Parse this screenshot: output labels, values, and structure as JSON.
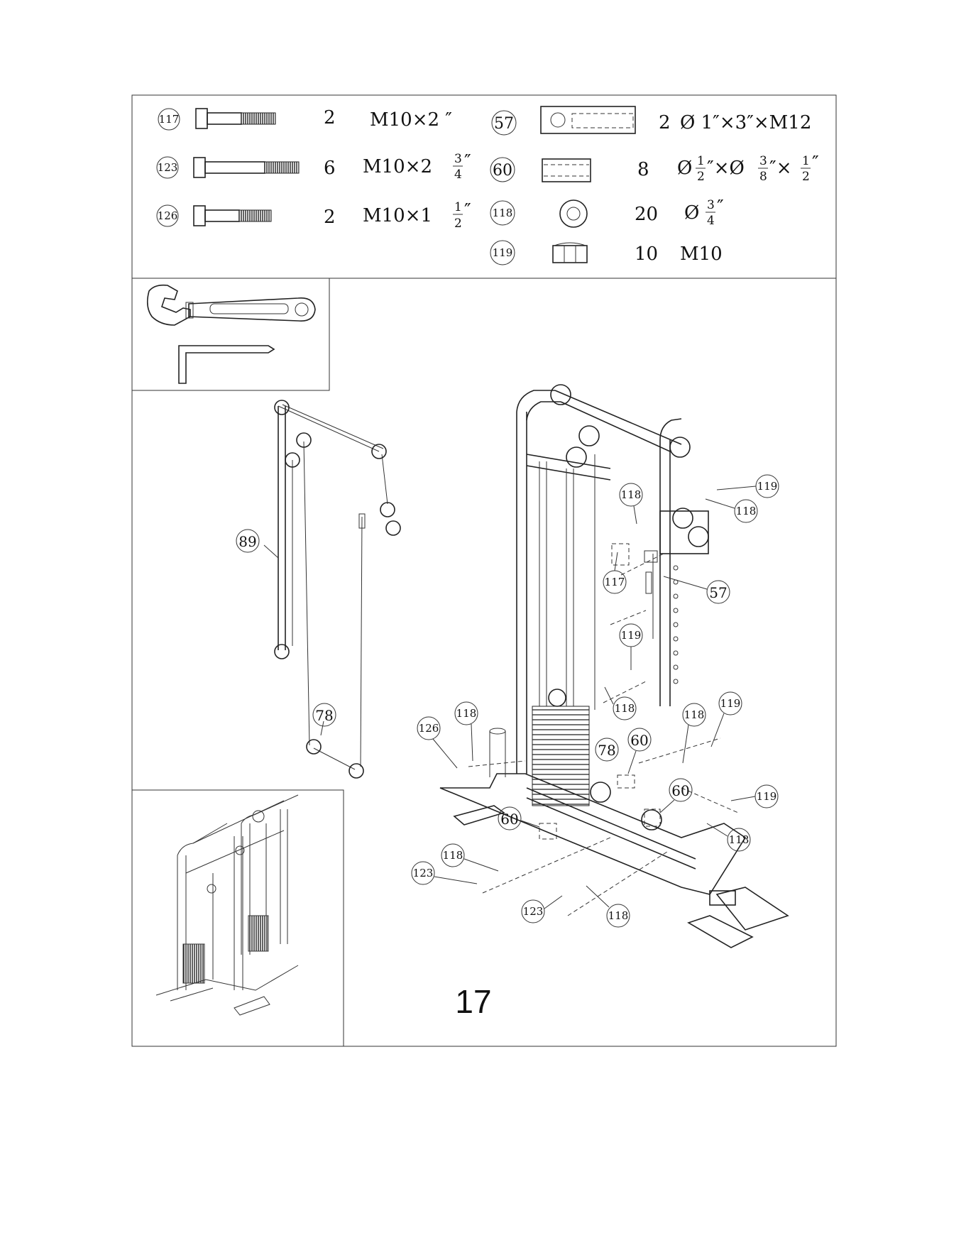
{
  "parts_table": [
    {
      "id": "117",
      "qty": "2",
      "spec": "M10×2 ″",
      "icon": "bolt-icon"
    },
    {
      "id": "123",
      "qty": "6",
      "spec": "M10×2",
      "frac": [
        "3",
        "4"
      ],
      "tail": "″",
      "icon": "bolt-icon"
    },
    {
      "id": "126",
      "qty": "2",
      "spec": "M10×1",
      "frac": [
        "1",
        "2"
      ],
      "tail": "″",
      "icon": "bolt-icon"
    },
    {
      "id": "57",
      "qty": "2",
      "spec": "Ø 1″×3″×M12",
      "icon": "sleeve-icon"
    },
    {
      "id": "60",
      "qty": "8",
      "spec_a": "Ø",
      "f1": [
        "1",
        "2"
      ],
      "spec_b": "″×Ø",
      "f2": [
        "3",
        "8"
      ],
      "spec_c": "″×",
      "f3": [
        "1",
        "2"
      ],
      "spec_d": "″",
      "icon": "spacer-icon"
    },
    {
      "id": "118",
      "qty": "20",
      "spec": "Ø",
      "frac": [
        "3",
        "4"
      ],
      "tail": "″",
      "icon": "washer-icon"
    },
    {
      "id": "119",
      "qty": "10",
      "spec": "M10",
      "icon": "nut-icon"
    }
  ],
  "tools": [
    "wrench-icon",
    "allen-key-icon"
  ],
  "callouts": {
    "c89": "89",
    "c78a": "78",
    "c117": "117",
    "c118a": "118",
    "c118b": "118",
    "c119a": "119",
    "c57": "57",
    "c119b": "119",
    "c118c": "118",
    "c126": "126",
    "c118d": "118",
    "c78b": "78",
    "c60a": "60",
    "c119c": "119",
    "c118e": "118",
    "c60b": "60",
    "c60c": "60",
    "c119d": "119",
    "c118f": "118",
    "c118g": "118",
    "c123a": "123",
    "c123b": "123",
    "c118h": "118"
  },
  "step_number": "17"
}
